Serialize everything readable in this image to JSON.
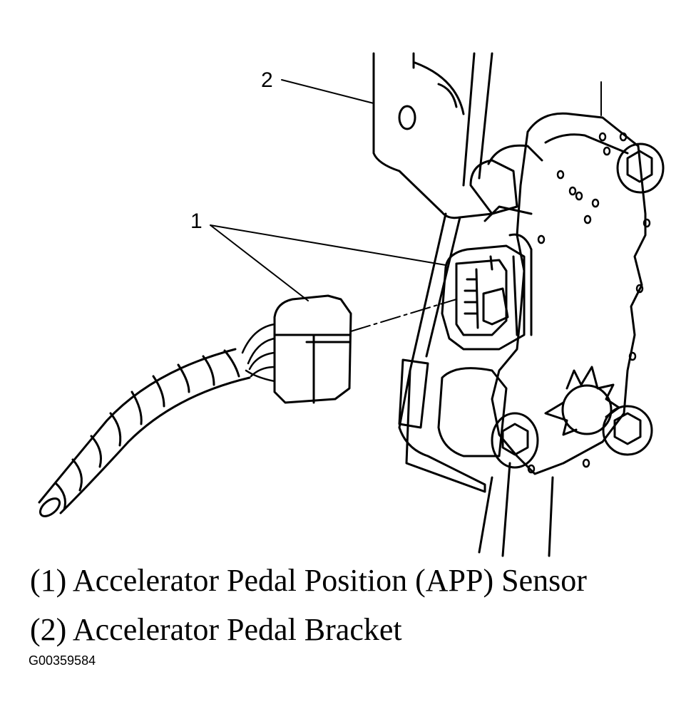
{
  "callouts": {
    "one": "1",
    "two": "2"
  },
  "legend": {
    "item1": "(1) Accelerator Pedal Position (APP) Sensor",
    "item2": "(2) Accelerator Pedal Bracket"
  },
  "figure_id": "G00359584"
}
